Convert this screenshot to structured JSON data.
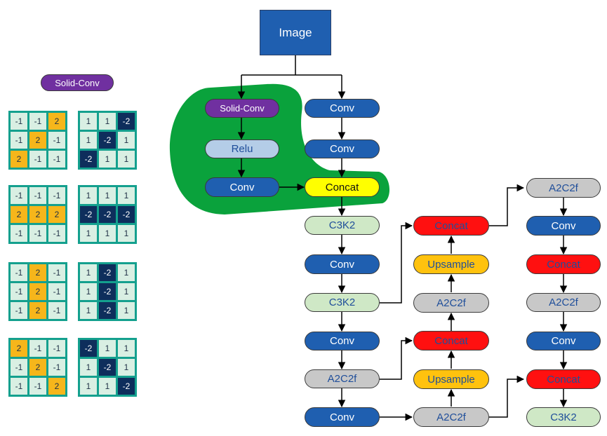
{
  "diagram": {
    "image_label": "Image",
    "legend_label": "Solid-Conv",
    "nodes": {
      "solid_conv": "Solid-Conv",
      "relu": "Relu",
      "left_conv": "Conv",
      "conv_a": "Conv",
      "conv_b": "Conv",
      "concat_main": "Concat",
      "c3k2_a": "C3K2",
      "conv_c": "Conv",
      "c3k2_b": "C3K2",
      "conv_d": "Conv",
      "a2c2f_a": "A2C2f",
      "conv_e": "Conv",
      "mid_concat_top": "Concat",
      "upsample_top": "Upsample",
      "mid_a2c2f_top": "A2C2f",
      "mid_concat_bottom": "Concat",
      "upsample_bottom": "Upsample",
      "mid_a2c2f_bottom": "A2C2f",
      "right_a2c2f_top": "A2C2f",
      "right_conv_a": "Conv",
      "right_concat_a": "Concat",
      "right_a2c2f_mid": "A2C2f",
      "right_conv_b": "Conv",
      "right_concat_b": "Concat",
      "right_c3k2": "C3K2"
    },
    "kernels": [
      {
        "left": [
          [
            "-1",
            "-1",
            "2"
          ],
          [
            "-1",
            "2",
            "-1"
          ],
          [
            "2",
            "-1",
            "-1"
          ]
        ],
        "right": [
          [
            "1",
            "1",
            "-2"
          ],
          [
            "1",
            "-2",
            "1"
          ],
          [
            "-2",
            "1",
            "1"
          ]
        ]
      },
      {
        "left": [
          [
            "-1",
            "-1",
            "-1"
          ],
          [
            "2",
            "2",
            "2"
          ],
          [
            "-1",
            "-1",
            "-1"
          ]
        ],
        "right": [
          [
            "1",
            "1",
            "1"
          ],
          [
            "-2",
            "-2",
            "-2"
          ],
          [
            "1",
            "1",
            "1"
          ]
        ]
      },
      {
        "left": [
          [
            "-1",
            "2",
            "-1"
          ],
          [
            "-1",
            "2",
            "-1"
          ],
          [
            "-1",
            "2",
            "-1"
          ]
        ],
        "right": [
          [
            "1",
            "-2",
            "1"
          ],
          [
            "1",
            "-2",
            "1"
          ],
          [
            "1",
            "-2",
            "1"
          ]
        ]
      },
      {
        "left": [
          [
            "2",
            "-1",
            "-1"
          ],
          [
            "-1",
            "2",
            "-1"
          ],
          [
            "-1",
            "-1",
            "2"
          ]
        ],
        "right": [
          [
            "-2",
            "1",
            "1"
          ],
          [
            "1",
            "-2",
            "1"
          ],
          [
            "1",
            "1",
            "-2"
          ]
        ]
      }
    ],
    "colors": {
      "conv": "#1f5fb0",
      "concat_red": "#ff1010",
      "upsample": "#ffc20e",
      "a2c2f": "#c8c8c8",
      "c3k2": "#cfe8c6",
      "solid_conv": "#7030a0",
      "relu": "#b4cde7",
      "concat_yellow": "#ffff00",
      "highlight_region": "#0aa23c",
      "kernel_frame": "#14a08e",
      "kernel_positive": "#f6b61b",
      "kernel_negative": "#0e2e5c"
    }
  }
}
